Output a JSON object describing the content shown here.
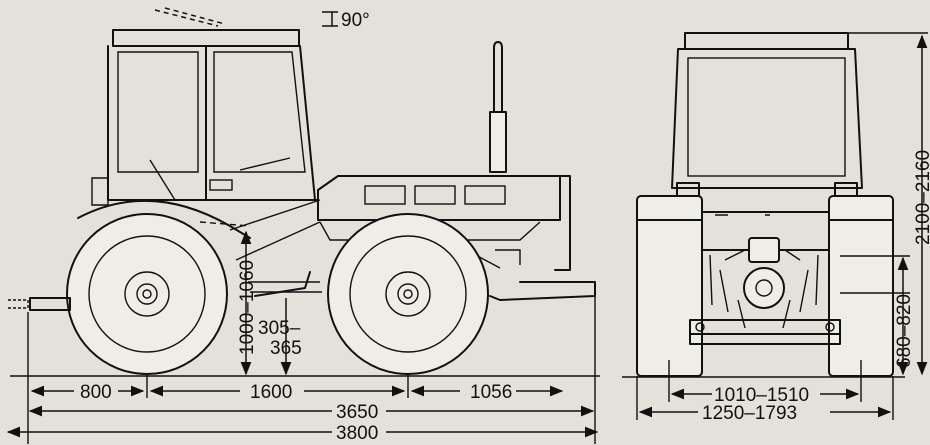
{
  "diagram": {
    "side_view": {
      "angle_label": "90°",
      "step_height": "1000–1060",
      "clearance_line1": "305–",
      "clearance_line2": "365",
      "front_overhang": "800",
      "wheelbase": "1600",
      "rear_overhang": "1056",
      "overall_length_1": "3650",
      "overall_length_2": "3800"
    },
    "rear_view": {
      "overall_height": "2100–2160",
      "hitch_height": "680–820",
      "track_width": "1010–1510",
      "overall_width": "1250–1793"
    },
    "colors": {
      "ink": "#111111",
      "paper": "#e4e1da"
    }
  }
}
